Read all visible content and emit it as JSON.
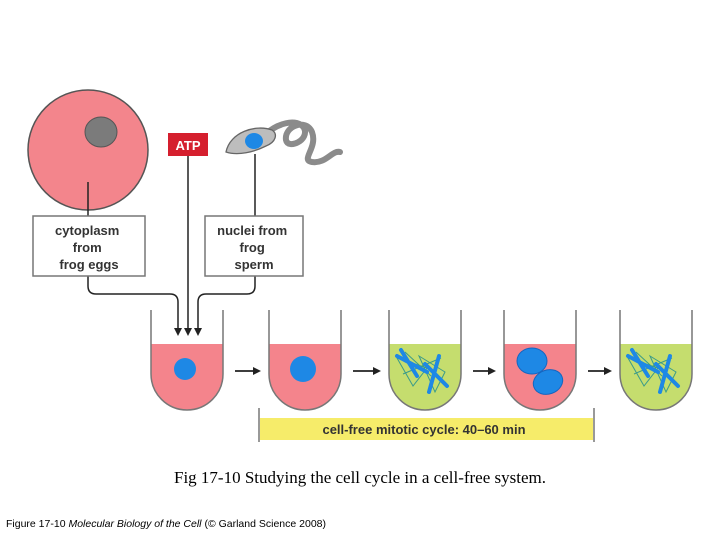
{
  "diagram": {
    "atp_label": "ATP",
    "cytoplasm_box": [
      "cytoplasm",
      "from",
      "frog eggs"
    ],
    "nuclei_box": [
      "nuclei from",
      "frog",
      "sperm"
    ],
    "cycle_label": "cell-free mitotic cycle: 40–60 min",
    "tube_states": [
      "pink-single-nucleus",
      "pink-single-nucleus",
      "green-spindle",
      "pink-two-nuclei",
      "green-spindle"
    ],
    "colors": {
      "egg": "#f3858c",
      "egg_nucleus": "#7b7b7b",
      "atp_box": "#d51f2e",
      "nucleus_blue": "#1e88e5",
      "pink_medium": "#f4848c",
      "green_medium": "#c5dd6e",
      "yellow_bar": "#f6ec6a",
      "sperm_tail": "#8b8b8b"
    }
  },
  "caption": "Fig 17-10  Studying the cell cycle in a cell-free system.",
  "credit": {
    "prefix": "Figure 17-10  ",
    "book": "Molecular Biology of the Cell",
    "suffix": " (© Garland Science 2008)"
  }
}
